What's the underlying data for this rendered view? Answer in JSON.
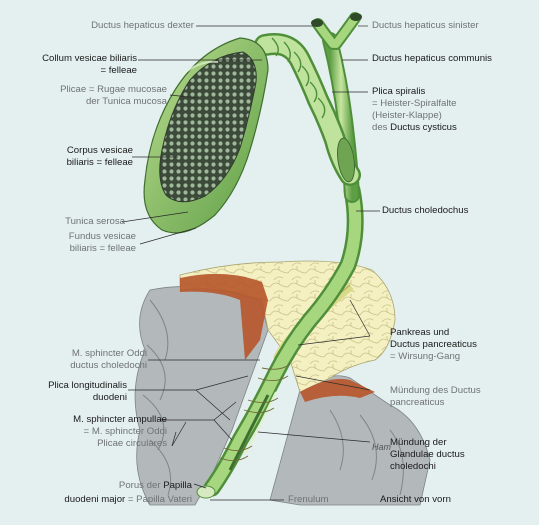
{
  "labels": {
    "ductus_hepaticus_dexter": "Ductus hepaticus dexter",
    "ductus_hepaticus_sinister": "Ductus hepaticus sinister",
    "collum_l1": "Collum vesicae biliaris",
    "collum_l2": "= felleae",
    "ductus_hepaticus_communis": "Ductus hepaticus communis",
    "plicae_l1": "Plicae = Rugae mucosae",
    "plicae_l2": "der Tunica mucosa",
    "plica_spiralis": "Plica spiralis",
    "heister_l1": "= Heister-Spiralfalte",
    "heister_l2": "(Heister-Klappe)",
    "heister_l3_prefix": "des",
    "heister_l3_term": "Ductus cysticus",
    "corpus_l1": "Corpus vesicae",
    "corpus_l2": "biliaris = felleae",
    "ductus_choledochus": "Ductus choledochus",
    "tunica_serosa": "Tunica serosa",
    "fundus_l1": "Fundus vesicae",
    "fundus_l2": "biliaris = felleae",
    "pankreas_l1": "Pankreas und",
    "pankreas_l2": "Ductus pancreaticus",
    "pankreas_l3": "= Wirsung-Gang",
    "sphincter_oddi_l1": "M. sphincter Oddi",
    "sphincter_oddi_l2": "ductus choledochi",
    "plica_long_l1": "Plica longitudinalis",
    "plica_long_l2": "duodeni",
    "muendung_pan_l1": "Mündung des Ductus",
    "muendung_pan_l2": "pancreaticus",
    "sphincter_amp_l1": "M. sphincter ampullae",
    "sphincter_amp_l2": "= M. sphincter Oddi",
    "plicae_circulares": "Plicae circulares",
    "muendung_gland_l1": "Mündung der",
    "muendung_gland_l2": "Glandulae ductus",
    "muendung_gland_l3": "choledochi",
    "porus_prefix": "Porus der",
    "porus_term": "Papilla",
    "papilla_term": "duodeni major",
    "papilla_suffix": "= Papilla Vateri",
    "frenulum": "Frenulum",
    "ansicht": "Ansicht von vorn",
    "signature": "Ham"
  },
  "colors": {
    "background": "#e4f0ef",
    "gallbladder_green": "#8cc46a",
    "gallbladder_dark": "#4f8f3a",
    "mucosa_dark": "#3a4a38",
    "pancreas": "#f2eeb8",
    "duodenum_wall": "#b6552a",
    "mucosa_grey": "#a9aeb2",
    "leader_line": "#2b2b2b"
  }
}
